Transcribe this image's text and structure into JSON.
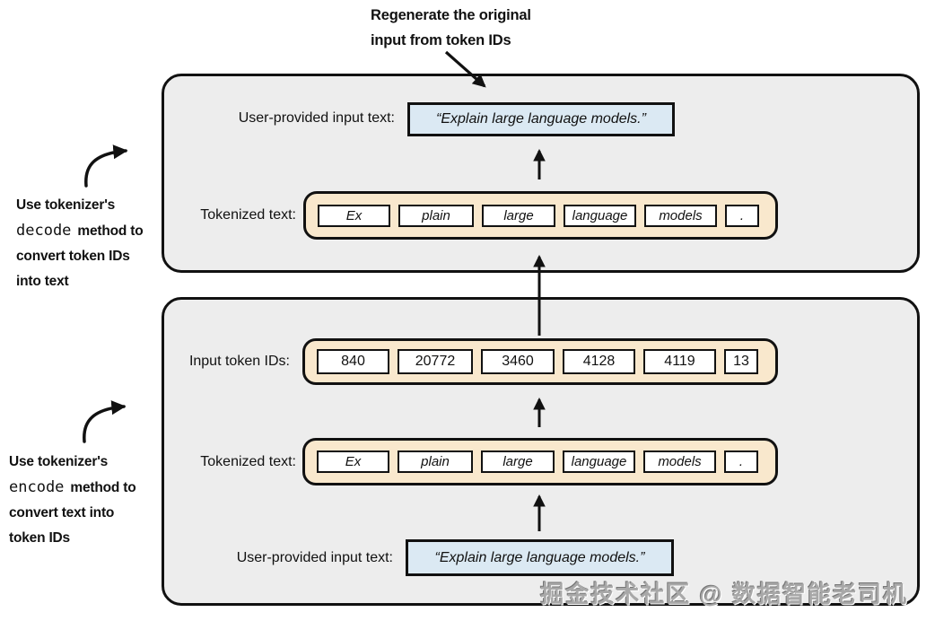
{
  "annotations": {
    "top": {
      "line1": "Regenerate the original",
      "line2": "input from token IDs"
    },
    "decode_note": {
      "line1": "Use tokenizer's",
      "code": "decode",
      "line2_rest": "method to",
      "line3": "convert token IDs",
      "line4": "into text"
    },
    "encode_note": {
      "line1": "Use tokenizer's",
      "code": "encode",
      "line2_rest": "method to",
      "line3": "convert text into",
      "line4": "token IDs"
    }
  },
  "top_panel": {
    "input_label": "User-provided input text:",
    "input_value": "“Explain large language models.”",
    "tokenized_label": "Tokenized text:",
    "tokens": [
      "Ex",
      "plain",
      "large",
      "language",
      "models",
      "."
    ]
  },
  "bottom_panel": {
    "ids_label": "Input token IDs:",
    "ids": [
      "840",
      "20772",
      "3460",
      "4128",
      "4119",
      "13"
    ],
    "tokenized_label": "Tokenized text:",
    "tokens": [
      "Ex",
      "plain",
      "large",
      "language",
      "models",
      "."
    ],
    "input_label": "User-provided input text:",
    "input_value": "“Explain large language models.”"
  },
  "watermark": "掘金技术社区 @ 数据智能老司机",
  "colors": {
    "panel_bg": "#ededed",
    "token_container_bg": "#f9e8cd",
    "input_box_bg": "#dbe9f3",
    "line": "#111111",
    "text": "#111111",
    "watermark": "#a8a8a8"
  }
}
